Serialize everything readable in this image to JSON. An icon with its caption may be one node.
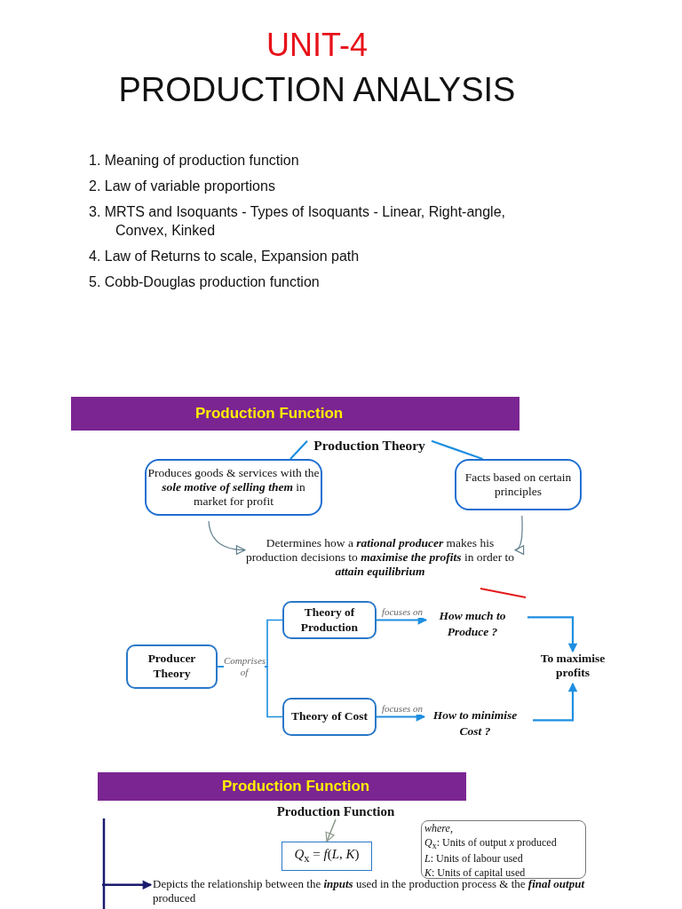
{
  "diagram": {
    "title": "PRODUCTION ANALYSIS",
    "nodes": [
      {
        "text": [
          "Production Function"
        ]
      },
      {
        "text": [
          "Production Theory"
        ]
      },
      {
        "text": [
          "Produces goods & services with the **sole motive of selling them** in market for profit"
        ]
      },
      {
        "text": [
          "Facts based on certain principles"
        ]
      },
      {
        "text": [
          "Determines how a **rational producer** makes his production decisions to **maximise the profits** in order to **attain equilibrium**"
        ]
      },
      {
        "text": [
          "Producer Theory"
        ]
      },
      {
        "text": [
          "Theory of Production"
        ]
      },
      {
        "text": [
          "Theory of Cost"
        ]
      },
      {
        "text": [
          "How much to Produce ?"
        ]
      },
      {
        "text": [
          "How to minimise Cost ?"
        ]
      },
      {
        "text": [
          "To maximise profits"
        ]
      },
      {
        "text": [
          "Production Function"
        ]
      },
      {
        "text": [
          "Production Function"
        ]
      },
      {
        "text": [
          "*Q*$_{x}$ = *f*(*L*, *K*)"
        ]
      },
      {
        "text": [
          "*where*,",
          "*Q*$_{x}$: Units of output *x* produced",
          "*L*: Units of labour used",
          "*K*: Units of capital used"
        ]
      },
      {
        "text": [
          "Depicts the relationship between the **inputs** used in the production process & the **final output** produced"
        ]
      }
    ],
    "edges": [
      {
        "from": 2,
        "to": 1,
        "arrow": "none"
      },
      {
        "from": 3,
        "to": 1,
        "arrow": "none"
      },
      {
        "from": 2,
        "to": 4,
        "arrow": "to",
        "color": "#5f7f8c"
      },
      {
        "from": 3,
        "to": 4,
        "arrow": "to",
        "color": "#5f7f8c"
      },
      {
        "from": 5,
        "to": 6,
        "arrow": "none",
        "label": "Comprises of"
      },
      {
        "from": 5,
        "to": 7,
        "arrow": "none"
      },
      {
        "from": 6,
        "to": 8,
        "arrow": "to",
        "label": "focuses on"
      },
      {
        "from": 7,
        "to": 9,
        "arrow": "to",
        "label": "focuses on"
      },
      {
        "from": 8,
        "to": 10,
        "arrow": "to"
      },
      {
        "from": 9,
        "to": 10,
        "arrow": "to"
      },
      {
        "from": 12,
        "to": 13,
        "arrow": "to",
        "color": "#8c9a8c"
      },
      {
        "from": null,
        "to": 15,
        "arrow": "to",
        "color": "#1a1a6e"
      }
    ],
    "labels": [
      "UNIT-4",
      "1. Meaning of production function",
      "2. Law of variable proportions",
      "3. MRTS and Isoquants - Types of Isoquants - Linear, Right-angle, Convex, Kinked",
      "4. Law of Returns to scale, Expansion path",
      "5. Cobb-Douglas production function"
    ]
  }
}
